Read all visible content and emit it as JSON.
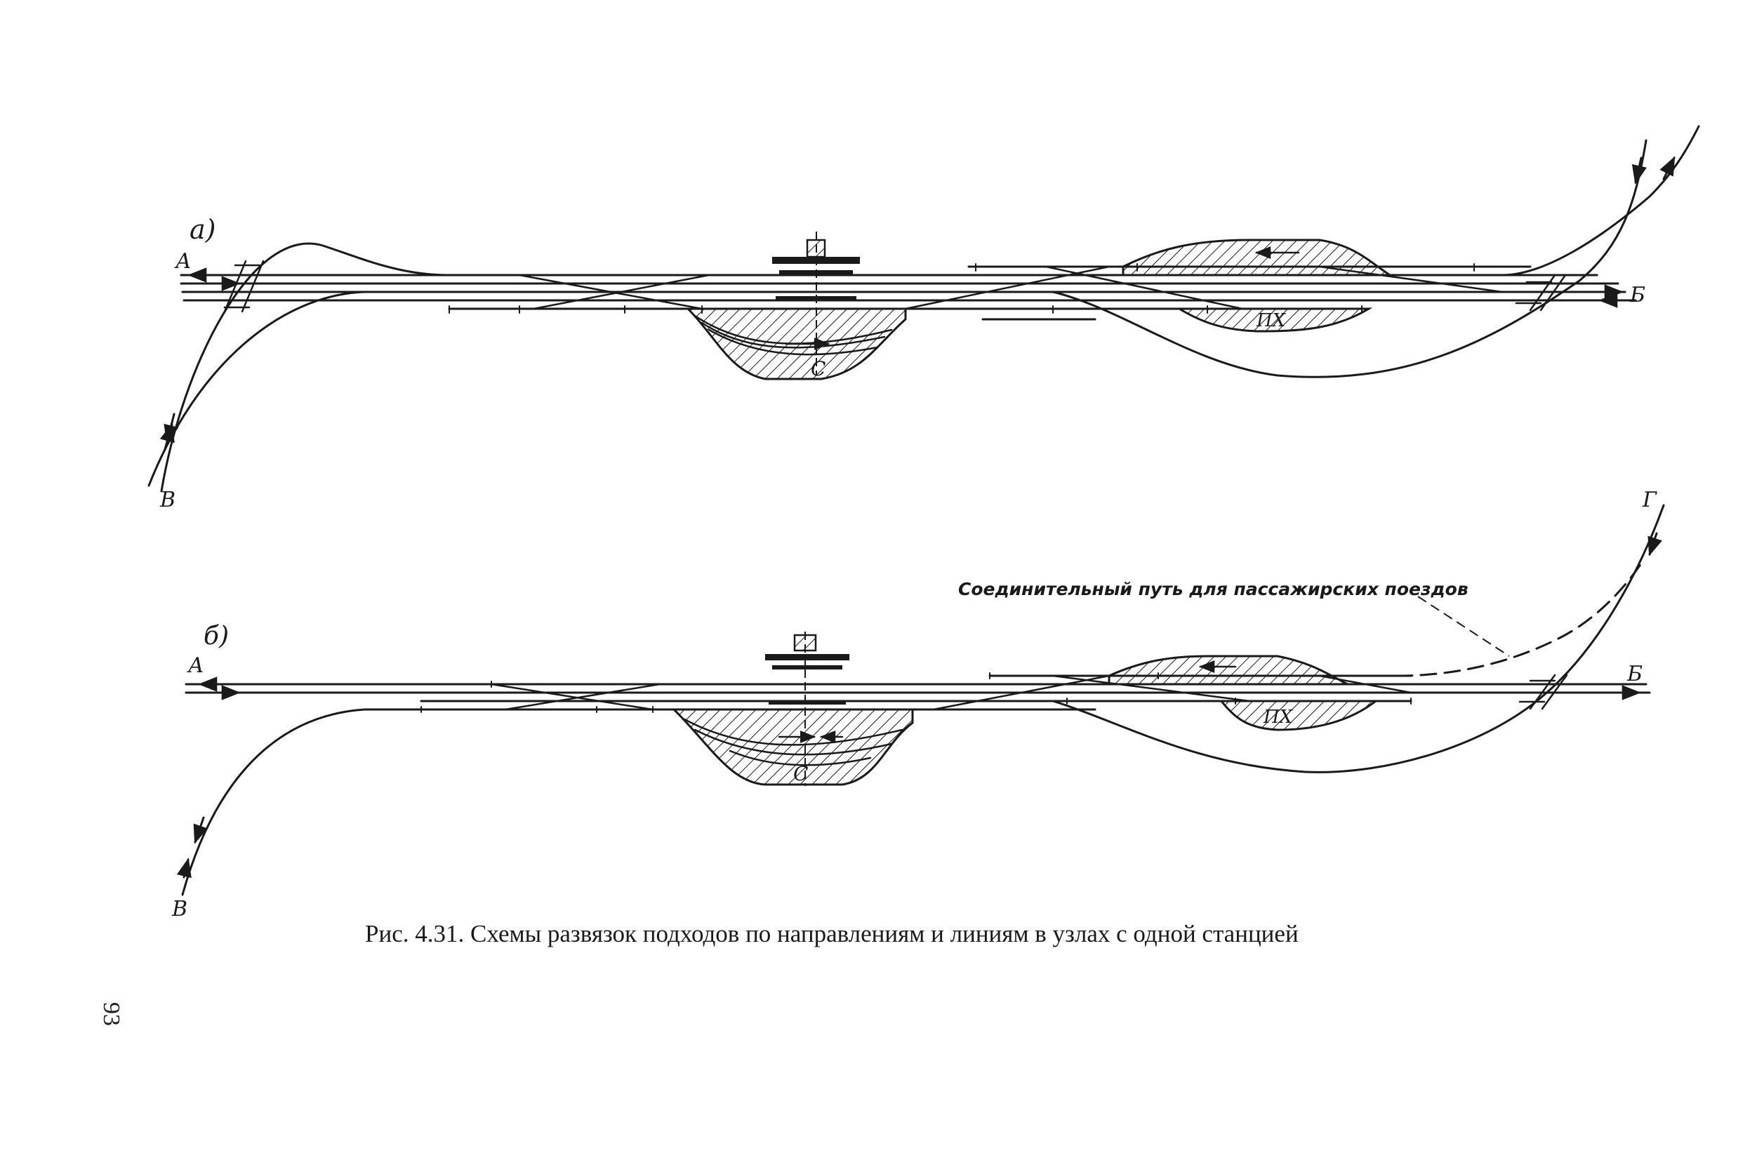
{
  "figure": {
    "caption": "Рис. 4.31. Схемы развязок подходов по направлениям и линиям в узлах с одной станцией",
    "page_number": "93"
  },
  "diagram_a": {
    "panel_label": "а)",
    "directions": {
      "west": "А",
      "east": "Б",
      "southwest": "В"
    },
    "yards": {
      "sorting": "С",
      "passenger": "ПХ"
    }
  },
  "diagram_b": {
    "panel_label": "б)",
    "directions": {
      "west": "А",
      "east": "Б",
      "southwest": "В",
      "northeast": "Г"
    },
    "yards": {
      "sorting": "С",
      "passenger": "ПХ"
    },
    "note": "Соединительный путь для пассажирских поездов"
  }
}
